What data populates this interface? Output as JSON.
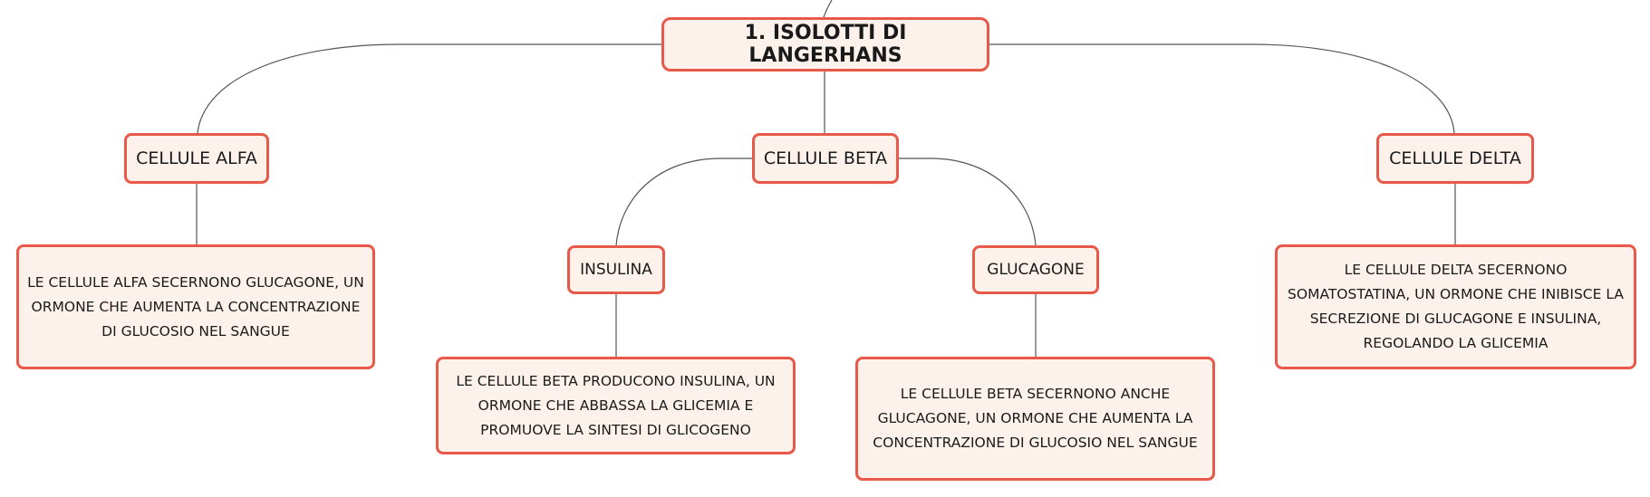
{
  "root": {
    "label": "1. ISOLOTTI DI LANGERHANS"
  },
  "alpha": {
    "label": "CELLULE ALFA",
    "description": "LE CELLULE ALFA SECERNONO GLUCAGONE, UN ORMONE CHE AUMENTA LA CONCENTRAZIONE DI GLUCOSIO NEL SANGUE"
  },
  "beta": {
    "label": "CELLULE BETA",
    "insulina": {
      "label": "INSULINA",
      "description": "LE CELLULE BETA PRODUCONO INSULINA, UN ORMONE CHE ABBASSA LA GLICEMIA E PROMUOVE LA SINTESI DI GLICOGENO"
    },
    "glucagone": {
      "label": "GLUCAGONE",
      "description": "LE CELLULE BETA SECERNONO ANCHE GLUCAGONE, UN ORMONE CHE AUMENTA LA CONCENTRAZIONE DI GLUCOSIO NEL SANGUE"
    }
  },
  "delta": {
    "label": "CELLULE DELTA",
    "description": "LE CELLULE DELTA SECERNONO SOMATOSTATINA, UN ORMONE CHE INIBISCE LA SECREZIONE DI GLUCAGONE E INSULINA, REGOLANDO LA GLICEMIA"
  },
  "colors": {
    "node_fill": "#fdf1ec",
    "node_border": "#e8594a",
    "connector": "#555555",
    "text": "#1a1a1a"
  }
}
